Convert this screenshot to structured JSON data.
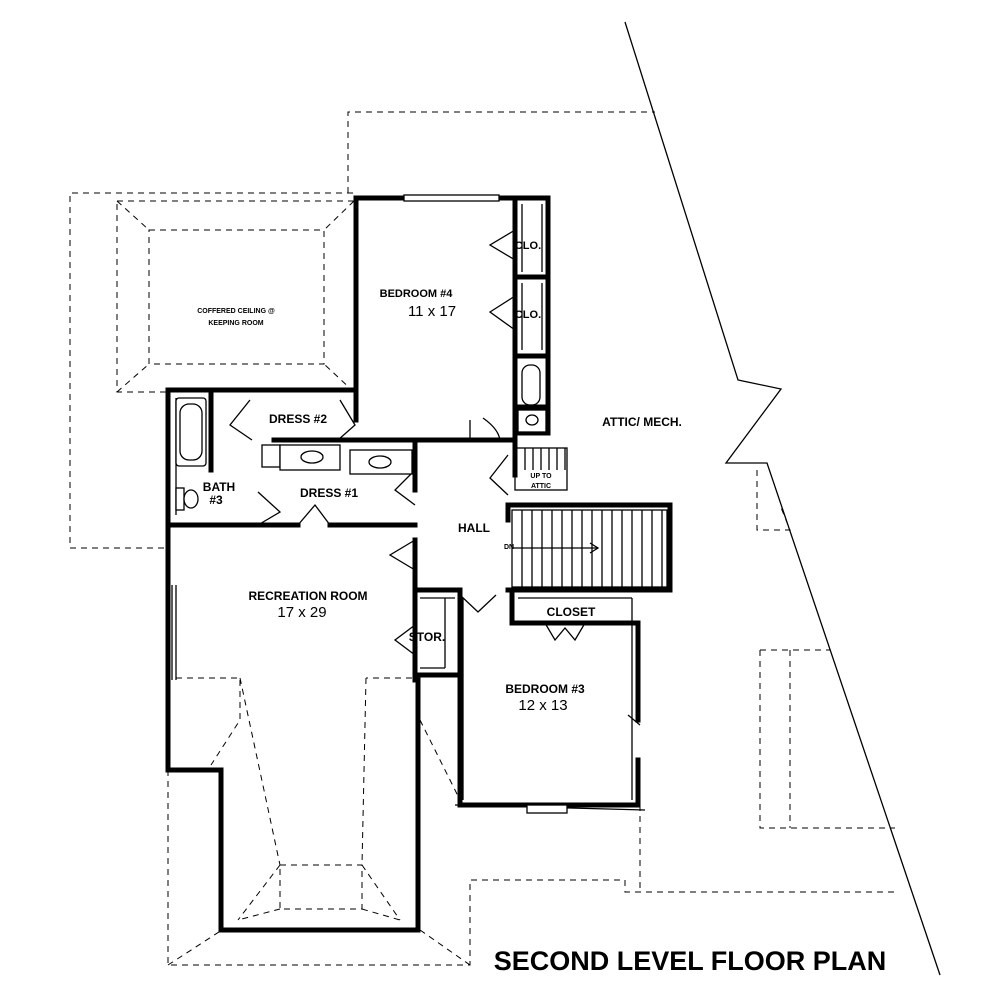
{
  "plan": {
    "title": "SECOND LEVEL FLOOR PLAN",
    "coffered": {
      "line1": "COFFERED CEILING @",
      "line2": "KEEPING ROOM"
    },
    "bedroom4": {
      "name": "BEDROOM #4",
      "size": "11 x 17"
    },
    "clo_upper": "CLO.",
    "clo_lower": "CLO.",
    "attic": "ATTIC/ MECH.",
    "dress2": "DRESS #2",
    "dress1": "DRESS #1",
    "bath3": {
      "line1": "BATH",
      "line2": "#3"
    },
    "hall": "HALL",
    "up_to_attic": {
      "line1": "UP TO",
      "line2": "ATTIC"
    },
    "stair_dn": "DN",
    "recreation": {
      "name": "RECREATION ROOM",
      "size": "17 x 29"
    },
    "stor": "STOR.",
    "closet": "CLOSET",
    "bedroom3": {
      "name": "BEDROOM #3",
      "size": "12 x 13"
    }
  }
}
